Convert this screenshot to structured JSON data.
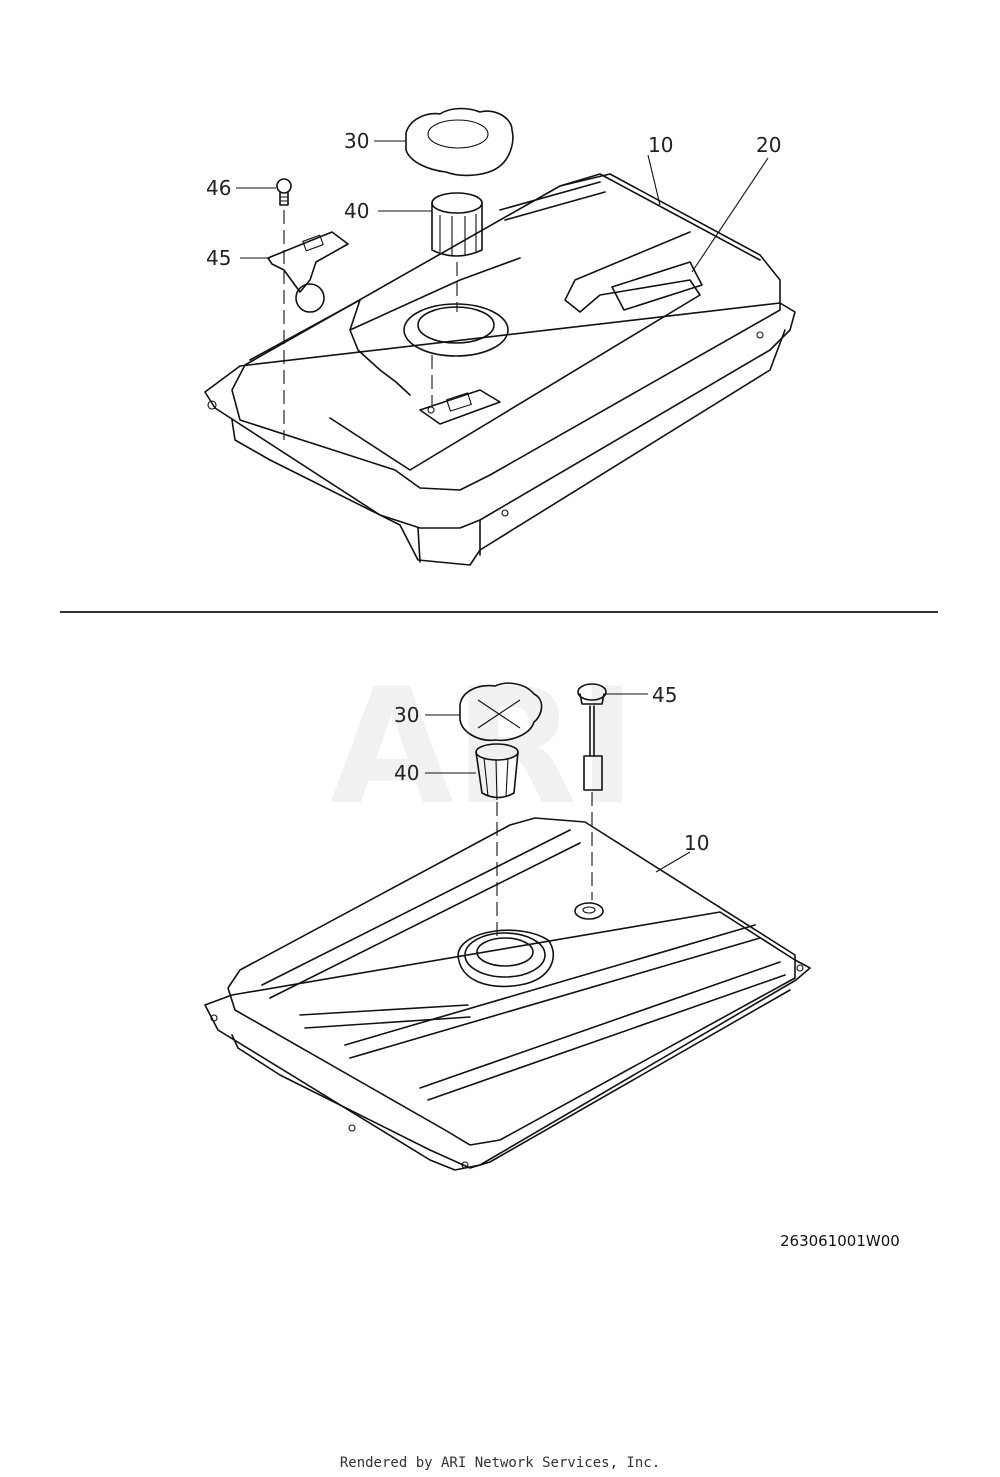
{
  "watermark": "ARI",
  "upper_diagram": {
    "callouts": {
      "c30": "30",
      "c10": "10",
      "c20": "20",
      "c46": "46",
      "c40": "40",
      "c45": "45"
    }
  },
  "lower_diagram": {
    "callouts": {
      "c30": "30",
      "c45": "45",
      "c40": "40",
      "c10": "10"
    }
  },
  "part_code": "263061001W00",
  "footer": "Rendered by ARI Network Services, Inc."
}
